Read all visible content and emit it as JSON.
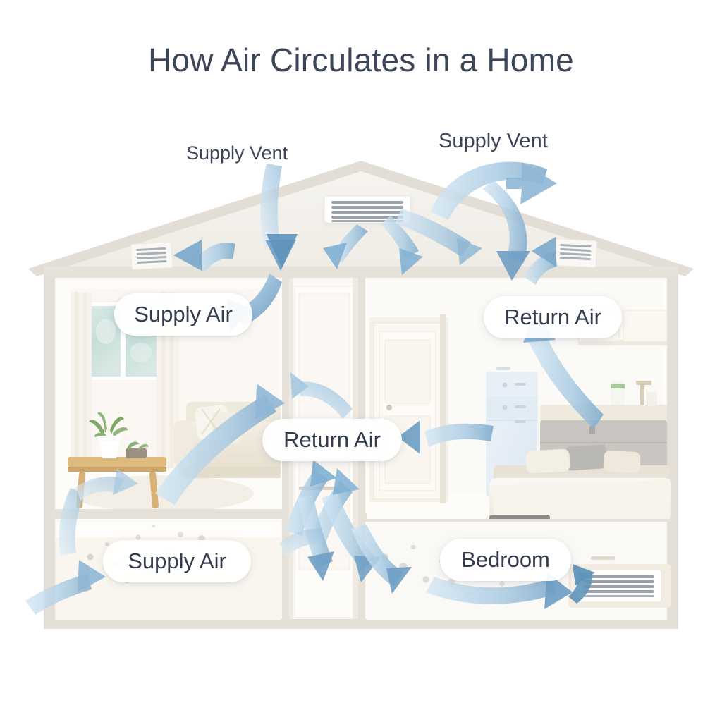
{
  "title": "How Air Circulates in a Home",
  "labels": {
    "supply_vent_left": "Supply Vent",
    "supply_vent_right": "Supply Vent"
  },
  "badges": {
    "supply_air_top": "Supply Air",
    "return_air_right": "Return Air",
    "return_air_center": "Return Air",
    "supply_air_bottom": "Supply Air",
    "bedroom": "Bedroom"
  },
  "colors": {
    "background": "#ffffff",
    "title_text": "#3c4658",
    "label_text": "#3c4658",
    "badge_background": "#ffffff",
    "badge_text": "#323c4e",
    "arrow_blue": "#7aa8cb",
    "arrow_blue_light": "#bcd9ec",
    "arrow_blue_dark": "#5f93ba",
    "wall": "#e8e4dd",
    "wall_light": "#f6f3ee",
    "roof": "#f2efe9",
    "room_wall": "#fbfaf7",
    "vent_body": "#ffffff",
    "vent_slat": "#9aa3ab",
    "dust": "#c9c6c2",
    "window_glass": "#cfe3e0",
    "sofa": "#efe8dc",
    "wood": "#dfb97e",
    "plant_green": "#7fa86a",
    "bed": "#f4f0e8",
    "cabinet": "#e6eef5",
    "dresser": "#c9c6c1"
  },
  "diagram": {
    "type": "cutaway-house-airflow-illustration",
    "rooms": [
      {
        "name": "living-room",
        "position": "upper-left",
        "items": [
          "window",
          "curtains",
          "sofa",
          "pillows",
          "coffee-table",
          "potted-plant",
          "rug"
        ]
      },
      {
        "name": "hallway",
        "position": "center",
        "items": [
          "door",
          "interior-door"
        ]
      },
      {
        "name": "bedroom-upper",
        "position": "upper-right",
        "items": [
          "door",
          "cabinet",
          "dresser",
          "bed",
          "pillows",
          "shelf",
          "lamp"
        ]
      },
      {
        "name": "lower-left-room",
        "position": "lower-left",
        "items": [
          "dust-particles"
        ]
      },
      {
        "name": "bedroom-lower",
        "position": "lower-right",
        "items": [
          "dust-particles",
          "floor-vent"
        ]
      }
    ],
    "vents": [
      {
        "name": "ceiling-supply-vent",
        "location": "attic-center",
        "slats": 5
      },
      {
        "name": "roof-vent-left",
        "location": "attic-left",
        "slats": 4
      },
      {
        "name": "roof-vent-right",
        "location": "attic-right",
        "slats": 4
      },
      {
        "name": "floor-return-vent",
        "location": "bedroom-lower-right",
        "slats": 5
      }
    ],
    "airflow": {
      "supply_paths": 8,
      "return_paths": 6,
      "arrow_style": "curved-tapered-gradient"
    }
  }
}
